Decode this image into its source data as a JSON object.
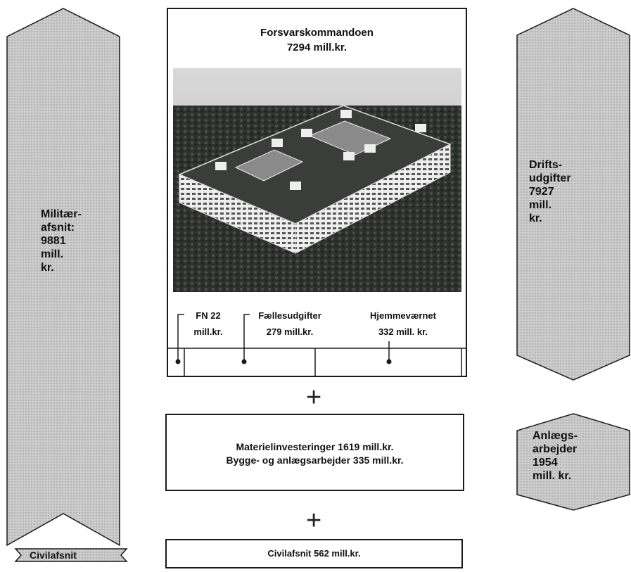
{
  "colors": {
    "arrow_fill": "#c8c8c8",
    "outline": "#1a1a1a",
    "photo_dark": "#2a2e2a"
  },
  "arrows": {
    "military": {
      "lines": "Militær-\nafsnit:\n9881\nmill.\nkr."
    },
    "operating": {
      "lines": "Drifts-\nudgifter\n7927\nmill.\nkr."
    },
    "construction": {
      "lines": "Anlægs-\narbejder\n1954\nmill. kr."
    },
    "civil": {
      "label": "Civilafsnit"
    }
  },
  "main_box": {
    "title": "Forsvarskommandoen",
    "amount": "7294 mill.kr.",
    "photo_subject": "building-photo"
  },
  "categories": [
    {
      "name": "FN 22",
      "amount": "mill.kr."
    },
    {
      "name": "Fællesudgifter",
      "amount": "279 mill.kr."
    },
    {
      "name": "Hjemmeværnet",
      "amount": "332 mill. kr."
    }
  ],
  "investment_box": {
    "line1": "Materielinvesteringer 1619 mill.kr.",
    "line2": "Bygge- og anlægsarbejder 335 mill.kr."
  },
  "civil_box": {
    "label": "Civilafsnit 562 mill.kr."
  },
  "operators": {
    "plus1": "+",
    "plus2": "+"
  }
}
